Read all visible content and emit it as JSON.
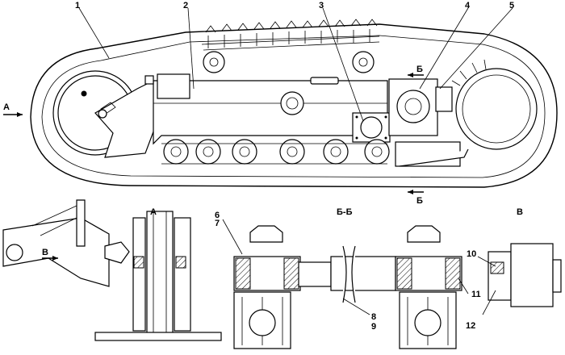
{
  "callouts": {
    "n1": "1",
    "n2": "2",
    "n3": "3",
    "n4": "4",
    "n5": "5",
    "n6": "6",
    "n7": "7",
    "n8": "8",
    "n9": "9",
    "n10": "10",
    "n11": "11",
    "n12": "12"
  },
  "views": {
    "arrow_a": "А",
    "arrow_b_upper": "Б",
    "arrow_b_lower": "Б",
    "arrow_v": "В",
    "title_a": "А",
    "title_bb": "Б-Б",
    "title_v": "В"
  }
}
